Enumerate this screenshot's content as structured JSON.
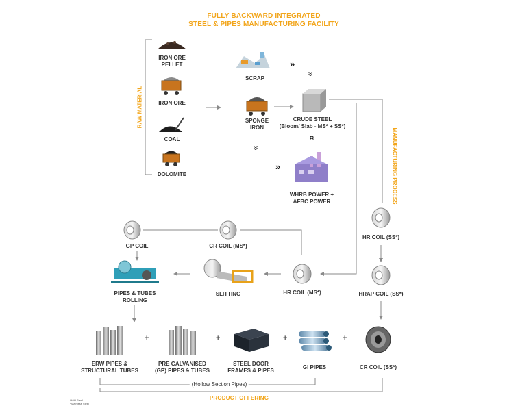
{
  "title": {
    "line1": "FULLY BACKWARD INTEGRATED",
    "line2": "STEEL & PIPES MANUFACTURING FACILITY"
  },
  "side_labels": {
    "raw_material": "RAW MATERIAL",
    "manufacturing_process": "MANUFACTURING PROCESS"
  },
  "raw_materials": [
    {
      "label_1": "IRON ORE",
      "label_2": "PELLET"
    },
    {
      "label_1": "IRON ORE",
      "label_2": ""
    },
    {
      "label_1": "COAL",
      "label_2": ""
    },
    {
      "label_1": "DOLOMITE",
      "label_2": ""
    }
  ],
  "process": {
    "scrap": "SCRAP",
    "sponge_iron_1": "SPONGE",
    "sponge_iron_2": "IRON",
    "crude_steel_1": "CRUDE STEEL",
    "crude_steel_2": "(Bloom/ Slab - MS* + SS*)",
    "power_1": "WHRB POWER +",
    "power_2": "AFBC POWER"
  },
  "coils": {
    "gp_coil": "GP COIL",
    "cr_coil_ms": "CR COIL (MS*)",
    "hr_coil_ms": "HR COIL (MS*)",
    "hr_coil_ss": "HR COIL (SS*)",
    "hrap_coil_ss": "HRAP COIL (SS*)",
    "slitting": "SLITTING",
    "rolling_1": "PIPES & TUBES",
    "rolling_2": "ROLLING"
  },
  "products": [
    {
      "label_1": "ERW PIPES &",
      "label_2": "STRUCTURAL TUBES"
    },
    {
      "label_1": "PRE GALVANISED",
      "label_2": "(GP) PIPES & TUBES"
    },
    {
      "label_1": "STEEL DOOR",
      "label_2": "FRAMES & PIPES"
    },
    {
      "label_1": "GI PIPES",
      "label_2": ""
    },
    {
      "label_1": "CR COIL (SS*)",
      "label_2": ""
    }
  ],
  "plus_sign": "+",
  "hollow_section": "(Hollow Section Pipes)",
  "product_offering": "PRODUCT OFFERING",
  "footnote": {
    "line1": "*Mild Steel",
    "line2": "*Stainless Steel"
  },
  "colors": {
    "accent": "#f2a51a",
    "line": "#8a8a8a",
    "text": "#333333"
  }
}
